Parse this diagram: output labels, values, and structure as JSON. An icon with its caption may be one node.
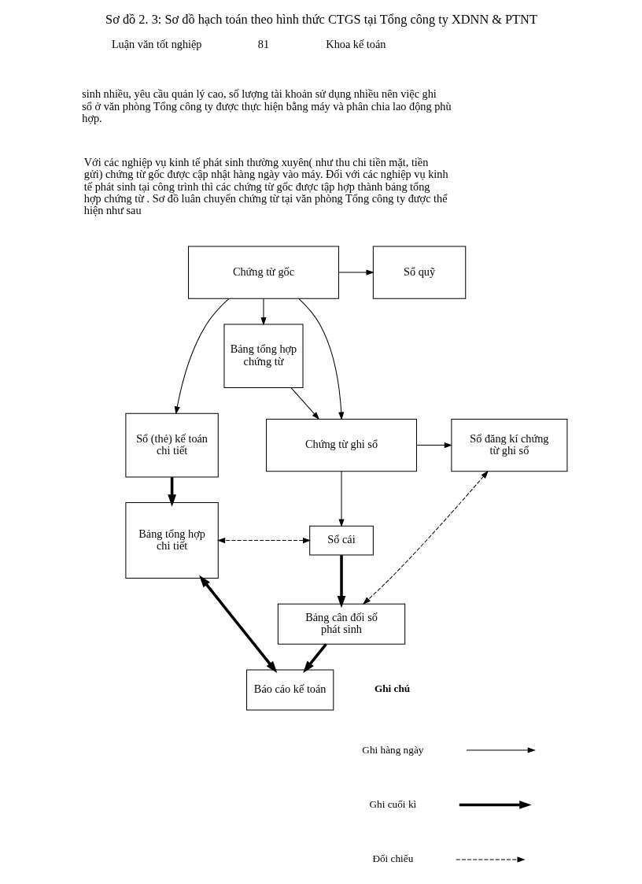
{
  "diagram": {
    "title": "Sơ đồ 2. 3: Sơ đồ hạch toán theo hình thức CTGS tại Tổng công ty XDNN & PTNT",
    "nodes": [
      {
        "text": [
          "Sổ quỹ"
        ]
      },
      {
        "text": [
          "Chứng từ gốc"
        ]
      },
      {
        "text": [
          "Sổ (thẻ) kế toán chi tiết"
        ]
      },
      {
        "text": [
          "Bảng tổng hợp chứng từ"
        ]
      },
      {
        "text": [
          "Sổ đăng kí chứng từ ghi sổ"
        ]
      },
      {
        "text": [
          "Chứng từ ghi sổ"
        ]
      },
      {
        "text": [
          "Sổ cái"
        ]
      },
      {
        "text": [
          "Bảng tổng hợp chi tiết"
        ]
      },
      {
        "text": [
          "Bảng cân đối số phát sinh"
        ]
      },
      {
        "text": [
          "Báo cáo kế toán"
        ]
      }
    ],
    "edges": [
      {
        "from": 1,
        "to": 0,
        "arrow": "to"
      },
      {
        "from": 1,
        "to": 3,
        "arrow": "to"
      },
      {
        "from": 1,
        "to": 2,
        "arrow": "to"
      },
      {
        "from": 1,
        "to": 5,
        "arrow": "to"
      },
      {
        "from": 3,
        "to": 5,
        "arrow": "to"
      },
      {
        "from": 5,
        "to": 4,
        "arrow": "to"
      },
      {
        "from": 5,
        "to": 6,
        "arrow": "to"
      },
      {
        "from": 2,
        "to": 7,
        "arrow": "to",
        "style": "thick"
      },
      {
        "from": 6,
        "to": 7,
        "arrow": "both",
        "style": "dashed"
      },
      {
        "from": 6,
        "to": 8,
        "arrow": "to",
        "style": "thick"
      },
      {
        "from": 4,
        "to": 8,
        "arrow": "both",
        "style": "dashed"
      },
      {
        "from": 8,
        "to": 9,
        "arrow": "to",
        "style": "thick"
      },
      {
        "from": 9,
        "to": 7,
        "arrow": "both",
        "style": "thick"
      }
    ],
    "labels": [
      "Luận văn tốt nghiệp",
      "81",
      "Khoa kế toán",
      "sinh nhiều, yêu cầu quản lý cao, số lượng tài khoản sử dụng nhiều nên việc ghi sổ ở văn phòng Tổng công ty được thực hiện bằng máy và phân chia lao động phù hợp.",
      "Với các nghiệp vụ kinh tế phát sinh thường xuyên( như thu chi tiền mặt, tiền gửi) chứng từ gốc được cập nhật hàng ngày vào máy. Đối với các nghiệp vụ kinh tế phát sinh tại công trình thì các chứng từ gốc được tập hợp thành bảng tổng hợp chứng từ . Sơ đồ luân chuyển chứng từ tại văn phòng Tổng công ty được thể hiện như sau",
      "Ghi chú"
    ],
    "legend": [
      {
        "text": "Ghi hàng ngày"
      },
      {
        "text": "Ghi cuối kì"
      },
      {
        "text": "Đối chiếu"
      }
    ]
  }
}
